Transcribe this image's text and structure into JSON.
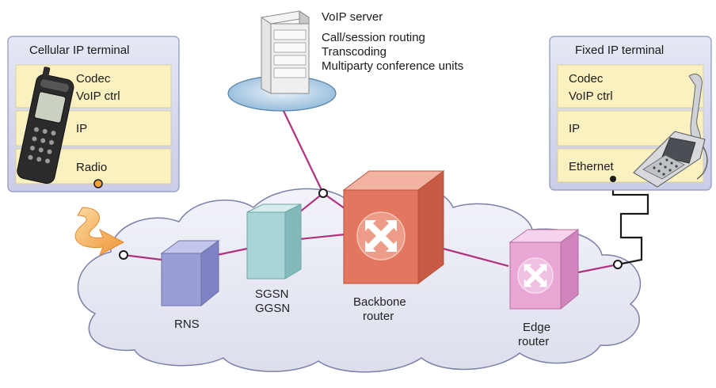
{
  "server": {
    "title": "VoIP server",
    "functions": [
      "Call/session routing",
      "Transcoding",
      "Multiparty conference units"
    ]
  },
  "cellular_terminal": {
    "title": "Cellular IP terminal",
    "layers": [
      {
        "lines": [
          "Codec",
          "VoIP ctrl"
        ]
      },
      {
        "lines": [
          "IP"
        ]
      },
      {
        "lines": [
          "Radio"
        ]
      }
    ]
  },
  "fixed_terminal": {
    "title": "Fixed IP terminal",
    "layers": [
      {
        "lines": [
          "Codec",
          "VoIP ctrl"
        ]
      },
      {
        "lines": [
          "IP"
        ]
      },
      {
        "lines": [
          "Ethernet"
        ]
      }
    ]
  },
  "nodes": {
    "rns": "RNS",
    "sgsn": "SGSN",
    "ggsn": "GGSN",
    "backbone": [
      "Backbone",
      "router"
    ],
    "edge": [
      "Edge",
      "router"
    ]
  },
  "colors": {
    "panel": "#d9dcef",
    "layer": "#fbf0bf",
    "cloud": "#e7e8f3",
    "link": "#b0327f",
    "rns": "#9a9ed6",
    "sgsn": "#a9d5d6",
    "backbone": "#e2765e",
    "edge": "#e9a7d6",
    "arrow": "#f0a24a"
  }
}
